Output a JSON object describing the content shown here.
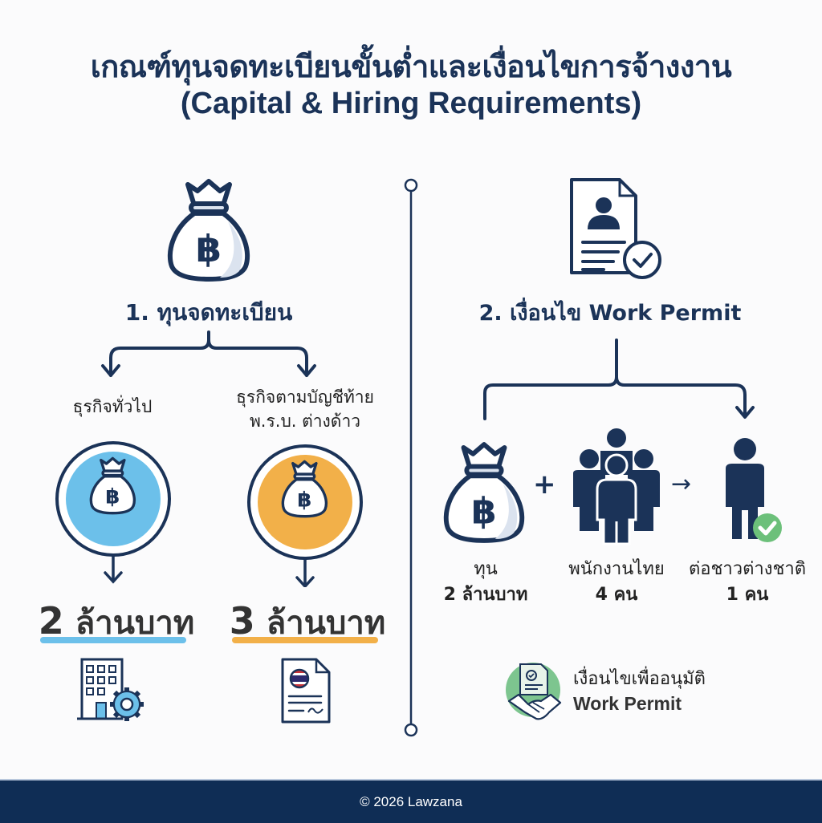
{
  "header": {
    "title_th": "เกณฑ์ทุนจดทะเบียนขั้นต่ำและเงื่อนไขการจ้างงาน",
    "title_en": "(Capital & Hiring Requirements)"
  },
  "colors": {
    "navy": "#1b3358",
    "blue_accent": "#6cc0ea",
    "orange_accent": "#f2b049",
    "green_check": "#6cc07a",
    "footer_bg": "#0f2d55"
  },
  "capital": {
    "heading": "1. ทุนจดทะเบียน",
    "icon": "money-bag-baht-icon",
    "branches": [
      {
        "label": "ธุรกิจทั่วไป",
        "amount_num": "2",
        "amount_unit": "ล้านบาท",
        "circle_color": "#6cc0ea",
        "bottom_icon": "building-gear-icon"
      },
      {
        "label_line1": "ธุรกิจตามบัญชีท้าย",
        "label_line2": "พ.ร.บ. ต่างด้าว",
        "amount_num": "3",
        "amount_unit": "ล้านบาท",
        "circle_color": "#f2b049",
        "bottom_icon": "thai-flag-document-icon"
      }
    ]
  },
  "work_permit": {
    "heading": "2. เงื่อนไข Work Permit",
    "icon": "person-document-check-icon",
    "formula": [
      {
        "icon": "money-bag-baht-icon",
        "line1": "ทุน",
        "line2": "2 ล้านบาท"
      },
      {
        "operator": "+"
      },
      {
        "icon": "group-people-icon",
        "line1": "พนักงานไทย",
        "line2": "4 คน"
      },
      {
        "operator": "→"
      },
      {
        "icon": "person-check-icon",
        "line1": "ต่อชาวต่างชาติ",
        "line2": "1 คน"
      }
    ],
    "note_line1": "เงื่อนไขเพื่ออนุมัติ",
    "note_line2": "Work Permit",
    "note_icon": "handshake-document-icon"
  },
  "footer": {
    "copyright": "© 2026 Lawzana"
  }
}
